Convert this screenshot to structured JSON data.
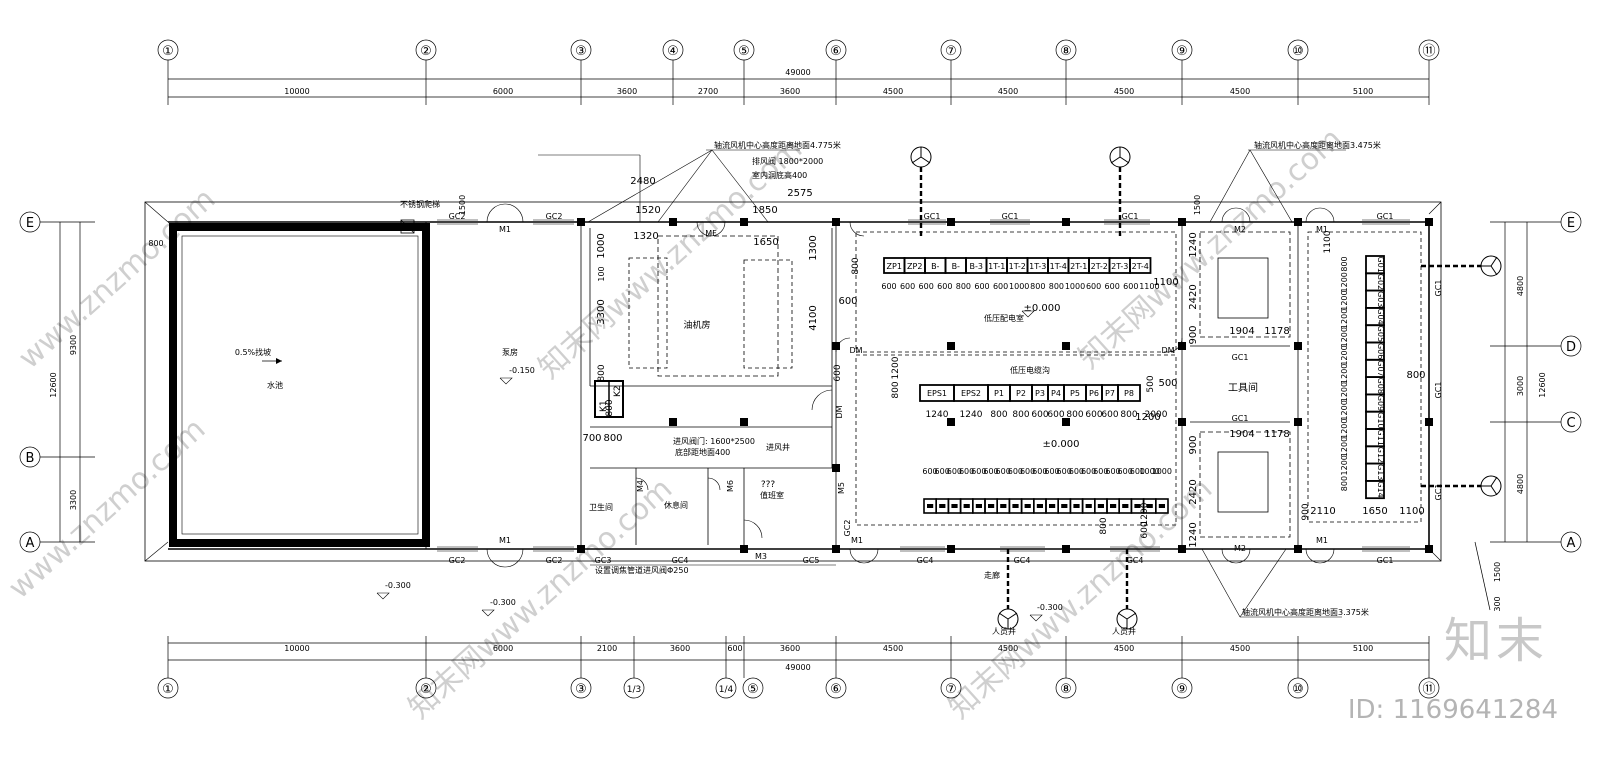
{
  "axes": {
    "columns": [
      "①",
      "②",
      "③",
      "④",
      "⑤",
      "⑥",
      "⑦",
      "⑧",
      "⑨",
      "⑩",
      "⑪"
    ],
    "columns_bottom": [
      "①",
      "②",
      "③",
      "1/3",
      "1/4",
      "⑤",
      "⑥",
      "⑦",
      "⑧",
      "⑨",
      "⑩",
      "⑪"
    ],
    "rows_left": [
      "E",
      "B",
      "A"
    ],
    "rows_right": [
      "E",
      "D",
      "C",
      "A"
    ]
  },
  "dims": {
    "top_total": "49000",
    "top": [
      "10000",
      "6000",
      "3600",
      "2700",
      "3600",
      "4500",
      "4500",
      "4500",
      "4500",
      "5100"
    ],
    "bottom_total": "49000",
    "bottom": [
      "10000",
      "6000",
      "2100",
      "3600",
      "600",
      "3600",
      "4500",
      "4500",
      "4500",
      "4500",
      "5100"
    ],
    "left": [
      "9300",
      "3300"
    ],
    "left_total": "12600",
    "right": [
      "4800",
      "3000",
      "4800"
    ],
    "right_total": "12600",
    "right_extra": [
      "1500",
      "300"
    ],
    "misc": [
      "800",
      "1500",
      "1500"
    ]
  },
  "rooms": {
    "pool": "水池",
    "pool_slope": "0.5%找坡",
    "pump_room": "泵房",
    "pump_level": "-0.150",
    "diesel_room": "油机房",
    "low_voltage_room": "低压配电室",
    "low_voltage_level": "±0.000",
    "cable_trench": "低压电缆沟",
    "lower_level": "±0.000",
    "tool_room": "工具间",
    "toilet": "卫生间",
    "rest_room": "休息间",
    "duty_room": "值班室",
    "unknown_room": "???",
    "air_shaft": "进风井",
    "corridor": "走廊"
  },
  "labels": {
    "stainless_ladder": "不锈钢爬梯",
    "fan_height_top_left": "轴流风机中心高度距离地面4.775米",
    "exhaust_size": "排风阀 1800*2000",
    "indoor_height": "室内洞底高400",
    "fan_height_top_right": "轴流风机中心高度距离地面3.475米",
    "fan_height_bottom_right": "轴流风机中心高度距离地面3.375米",
    "intake_valve": "进风阀门: 1600*2500",
    "intake_bottom": "底部距地面400",
    "vent_note": "设置调焦管道进风阀Φ250",
    "level_a": "-0.300",
    "level_b": "-0.300",
    "level_c": "-0.300",
    "human_well_1": "人员井",
    "human_well_2": "人员井"
  },
  "openings": {
    "doors": [
      "M1",
      "M1",
      "M2",
      "M1",
      "M2",
      "M1",
      "M1",
      "M4",
      "M6",
      "M3",
      "M5",
      "MF",
      "DM",
      "DM",
      "DM"
    ],
    "windows": [
      "GC2",
      "GC2",
      "GC1",
      "GC1",
      "GC1",
      "GC1",
      "GC2",
      "GC2",
      "GC3",
      "GC4",
      "GC5",
      "GC2",
      "GC4",
      "GC4",
      "GC4",
      "GC1",
      "GC1",
      "GC1",
      "GC1",
      "GC1",
      "GC1"
    ]
  },
  "equipment": {
    "k": [
      "K1",
      "K2"
    ],
    "lv_panels": [
      "ZP1",
      "ZP2",
      "B-",
      "B-",
      "B-3",
      "1T-1",
      "1T-2",
      "1T-3",
      "1T-4",
      "2T-1",
      "2T-2",
      "2T-3",
      "2T-4"
    ],
    "lv_widths": [
      "600",
      "600",
      "600",
      "600",
      "800",
      "600",
      "600",
      "1000",
      "800",
      "800",
      "1000",
      "600",
      "600",
      "600",
      "1100"
    ],
    "eps_panels": [
      "EPS1",
      "EPS2",
      "P1",
      "P2",
      "P3",
      "P4",
      "P5",
      "P6",
      "P7",
      "P8"
    ],
    "eps_widths": [
      "1240",
      "1240",
      "800",
      "800",
      "600",
      "600",
      "800",
      "600",
      "600",
      "800"
    ],
    "eps_extra": "2000",
    "g_panels": [
      "G01",
      "G02",
      "G03",
      "G04",
      "G05",
      "G06",
      "G07",
      "G08",
      "G09",
      "G10",
      "G11",
      "G12",
      "G13",
      "G14"
    ],
    "g_widths": [
      "800",
      "1200",
      "1200",
      "1200",
      "1200",
      "1200",
      "1200",
      "1200",
      "1200",
      "1200",
      "1200",
      "1200",
      "800"
    ],
    "lower_cabinets": [
      "A1",
      "A2",
      "A3",
      "A4",
      "A5",
      "A6",
      "A7",
      "A8",
      "A9",
      "A10",
      "A11",
      "A12",
      "A13",
      "A14",
      "A15",
      "A16",
      "A17",
      "A18",
      "A19",
      "A20"
    ],
    "lower_widths": [
      "600",
      "600",
      "600",
      "600",
      "600",
      "600",
      "600",
      "600",
      "600",
      "600",
      "600",
      "600",
      "600",
      "600",
      "600",
      "600",
      "600",
      "600",
      "1000",
      "1000"
    ]
  },
  "room_dims": {
    "diesel": [
      "2480",
      "1520",
      "1320",
      "1000",
      "3300",
      "100"
    ],
    "second": [
      "1850",
      "1650",
      "4100",
      "1300",
      "2575"
    ],
    "corridor": [
      "700",
      "800",
      "600",
      "800",
      "800",
      "1200",
      "800",
      "1200",
      "600",
      "1100",
      "800"
    ],
    "tool_room": [
      "1240",
      "2420",
      "900",
      "1904",
      "1178",
      "900",
      "1904",
      "1178",
      "2420",
      "1240",
      "2110",
      "1650",
      "1100",
      "500",
      "900"
    ],
    "lower_misc": [
      "1200",
      "800",
      "600",
      "800",
      "500",
      "1100"
    ]
  },
  "watermark": {
    "diag_a": "www.znzmo.com",
    "diag_b": "知末网www.znzmo.com",
    "brand": "知末",
    "id": "ID: 1169641284"
  }
}
